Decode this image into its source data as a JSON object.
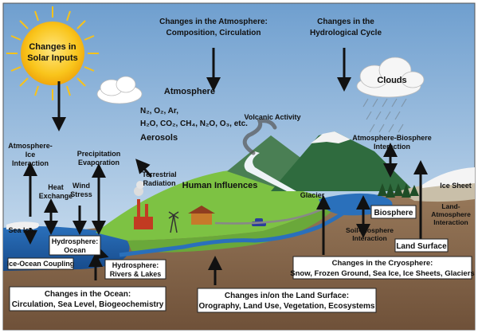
{
  "colors": {
    "sky_top": "#7aa9d6",
    "sky_bottom": "#d9e8f4",
    "sun": "#f7c21a",
    "grass": "#7cc142",
    "ocean": "#1f5fa8",
    "earth": "#8a6b4e",
    "mountain": "#2f6b3e",
    "snow": "#f2f2f2"
  },
  "sun": {
    "line1": "Changes in",
    "line2": "Solar Inputs"
  },
  "atmosphere_changes": {
    "line1": "Changes in the Atmosphere:",
    "line2": "Composition, Circulation"
  },
  "hydro_cycle": {
    "line1": "Changes in the",
    "line2": "Hydrological Cycle"
  },
  "clouds_label": "Clouds",
  "atmosphere_label": "Atmosphere",
  "gases": {
    "line1": "N₂, O₂, Ar,",
    "line2": "H₂O, CO₂, CH₄, N₂O, O₃, etc.",
    "line3": "Aerosols"
  },
  "volcanic": "Volcanic Activity",
  "atm_ice": {
    "line1": "Atmosphere-",
    "line2": "Ice",
    "line3": "Interaction"
  },
  "heat_exchange": {
    "line1": "Heat",
    "line2": "Exchange"
  },
  "wind_stress": {
    "line1": "Wind",
    "line2": "Stress"
  },
  "precip": {
    "line1": "Precipitation",
    "line2": "Evaporation"
  },
  "terrestrial": {
    "line1": "Terrestrial",
    "line2": "Radiation"
  },
  "human": "Human Influences",
  "glacier": "Glacier",
  "atm_bio": {
    "line1": "Atmosphere-Biosphere",
    "line2": "Interaction"
  },
  "ice_sheet": "Ice Sheet",
  "sea_ice": "Sea Ice",
  "hydrosphere_ocean": {
    "line1": "Hydrosphere:",
    "line2": "Ocean"
  },
  "ice_ocean": "Ice-Ocean Coupling",
  "rivers": {
    "line1": "Hydrosphere:",
    "line2": "Rivers & Lakes"
  },
  "biosphere": "Biosphere",
  "soil_bio": {
    "line1": "Soil-Biosphere",
    "line2": "Interaction"
  },
  "land_atm": {
    "line1": "Land-",
    "line2": "Atmosphere",
    "line3": "Interaction"
  },
  "land_surface": "Land Surface",
  "cryosphere": {
    "line1": "Changes in the Cryosphere:",
    "line2": "Snow, Frozen Ground, Sea Ice, Ice Sheets, Glaciers"
  },
  "ocean_changes": {
    "line1": "Changes in the Ocean:",
    "line2": "Circulation, Sea Level, Biogeochemistry"
  },
  "land_changes": {
    "line1": "Changes in/on the Land Surface:",
    "line2": "Orography, Land Use, Vegetation, Ecosystems"
  }
}
